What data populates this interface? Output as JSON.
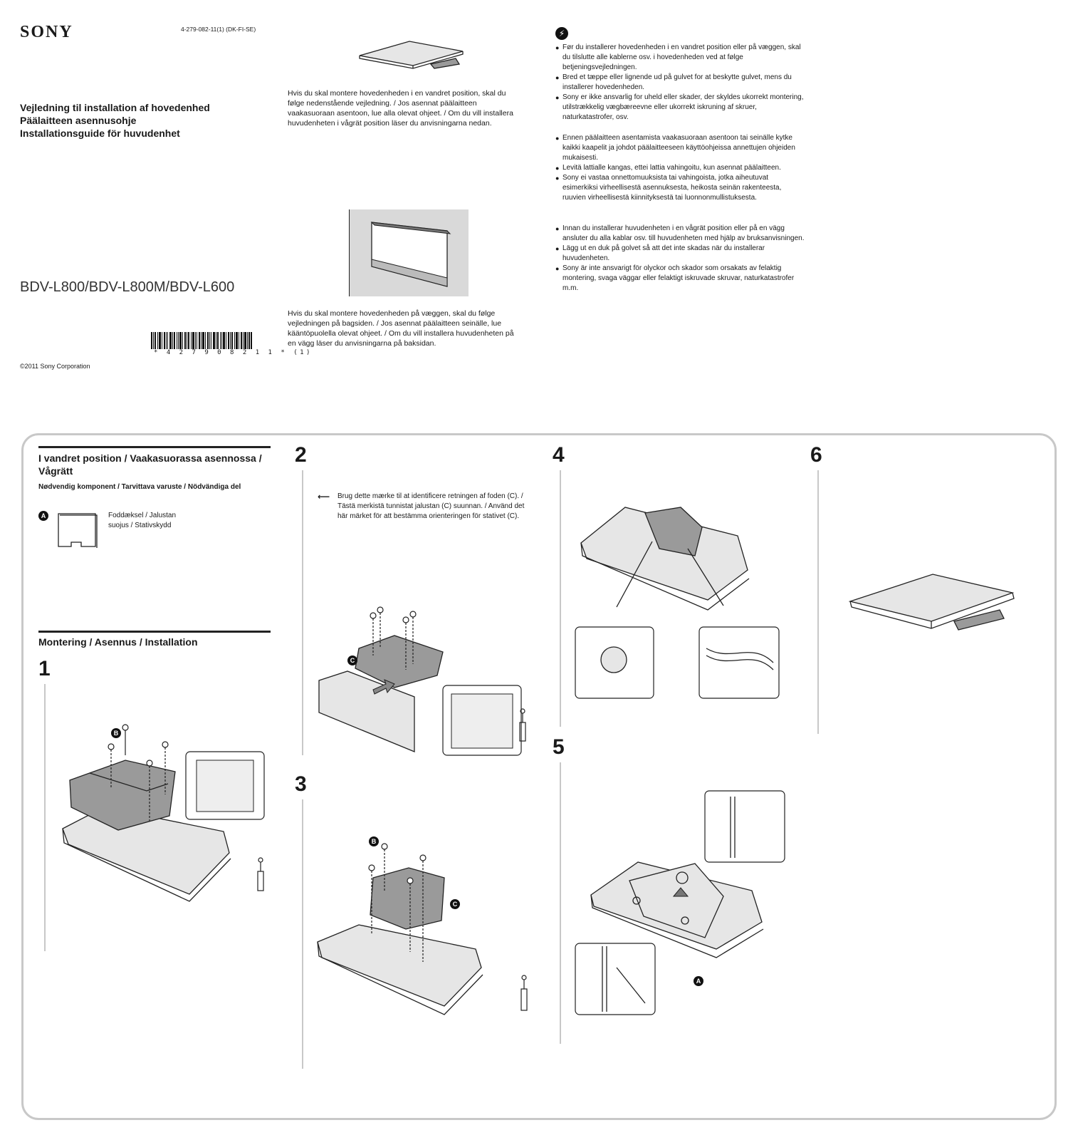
{
  "header": {
    "brand": "SONY",
    "part_number": "4-279-082-11(1) (DK-FI-SE)",
    "titles": [
      "Vejledning til installation af hovedenhed",
      "Päälaitteen asennusohje",
      "Installationsguide för huvudenhet"
    ],
    "model": "BDV-L800/BDV-L800M/BDV-L600",
    "barcode_number": "* 4 2 7 9 0 8 2 1 1 * (1)",
    "copyright": "©2011 Sony Corporation"
  },
  "intro": {
    "horizontal_text": "Hvis du skal montere hovedenheden i en vandret position, skal du følge nedenstående vejledning. / Jos asennat päälaitteen vaakasuoraan asentoon, lue alla olevat ohjeet. / Om du vill installera huvudenheten i vågrät position läser du anvisningarna nedan.",
    "wall_text": "Hvis du skal montere hovedenheden på væggen, skal du følge vejledningen på bagsiden. / Jos asennat päälaitteen seinälle, lue kääntöpuolella olevat ohjeet. / Om du vill installera huvudenheten på en vägg läser du anvisningarna på baksidan."
  },
  "warnings": {
    "icon": "caution-icon",
    "danish": [
      "Før du installerer hovedenheden i en vandret position eller på væggen, skal du tilslutte alle kablerne osv. i hovedenheden ved at følge betjeningsvejledningen.",
      "Bred et tæppe eller lignende ud på gulvet for at beskytte gulvet, mens du installerer hovedenheden.",
      "Sony er ikke ansvarlig for uheld eller skader, der skyldes ukorrekt montering, utilstrækkelig vægbæreevne eller ukorrekt iskruning af skruer, naturkatastrofer, osv."
    ],
    "finnish": [
      "Ennen päälaitteen asentamista vaakasuoraan asentoon tai seinälle kytke kaikki kaapelit ja johdot päälaitteeseen käyttöohjeissa annettujen ohjeiden mukaisesti.",
      "Levitä lattialle kangas, ettei lattia vahingoitu, kun asennat päälaitteen.",
      "Sony ei vastaa onnettomuuksista tai vahingoista, jotka aiheutuvat esimerkiksi virheellisestä asennuksesta, heikosta seinän rakenteesta, ruuvien virheellisestä kiinnityksestä tai luonnonmullistuksesta."
    ],
    "swedish": [
      "Innan du installerar huvudenheten i en vågrät position eller på en vägg ansluter du alla kablar osv. till huvudenheten med hjälp av bruksanvisningen.",
      "Lägg ut en duk på golvet så att det inte skadas när du installerar huvudenheten.",
      "Sony är inte ansvarigt för olyckor och skador som orsakats av felaktig montering, svaga väggar eller felaktigt iskruvade skruvar, naturkatastrofer m.m."
    ]
  },
  "section": {
    "title": "I vandret position / Vaakasuorassa asennossa / Vågrätt",
    "required_heading": "Nødvendig komponent / Tarvittava varuste / Nödvändiga del",
    "part_letter": "A",
    "part_name": "Foddæksel / Jalustan suojus / Stativskydd",
    "install_heading": "Montering / Asennus / Installation"
  },
  "steps": {
    "s1": {
      "number": "1",
      "labels": [
        "B"
      ]
    },
    "s2": {
      "number": "2",
      "note": "Brug dette mærke til at identificere retningen af foden (C). / Tästä merkistä tunnistat jalustan (C) suunnan. / Använd det här märket för att bestämma orienteringen för stativet (C).",
      "labels": [
        "C"
      ]
    },
    "s3": {
      "number": "3",
      "labels": [
        "B",
        "C"
      ]
    },
    "s4": {
      "number": "4"
    },
    "s5": {
      "number": "5",
      "labels": [
        "A"
      ]
    },
    "s6": {
      "number": "6"
    }
  }
}
